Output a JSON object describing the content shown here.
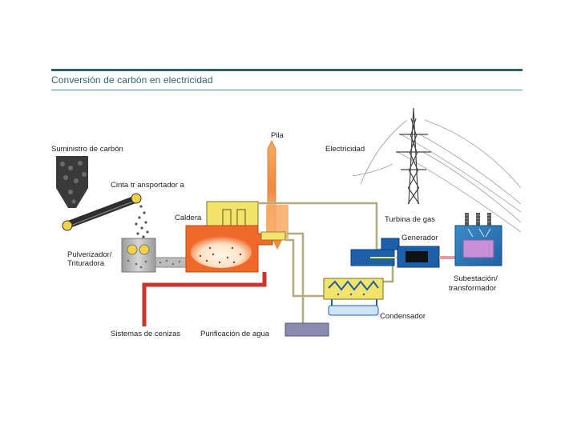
{
  "title": "Conversión de carbón en electricidad",
  "labels": {
    "coal_supply": "Suministro de carbón",
    "conveyor": "Cinta tr ansportador a",
    "pulverizer_line1": "Pulverizador/",
    "pulverizer_line2": "Trituradora",
    "boiler": "Caldera",
    "stack": "Pila",
    "electricity": "Electricidad",
    "gas_turbine": "Turbina de gas",
    "generator": "Generador",
    "substation_line1": "Subestación/",
    "substation_line2": "transformador",
    "condenser": "Condensador",
    "ash_systems": "Sistemas de cenizas",
    "water_purification": "Purificación de agua"
  },
  "colors": {
    "title": "#2f6570",
    "rule": "#2f5f6a",
    "boiler": "#ef6a2a",
    "steam_box": "#f2e36a",
    "turbine": "#1d5fa8",
    "substation": "#2b79b9",
    "substation_core": "#c78fd8",
    "ash_pipe": "#c8362d",
    "hopper": "#3a3a3a"
  }
}
